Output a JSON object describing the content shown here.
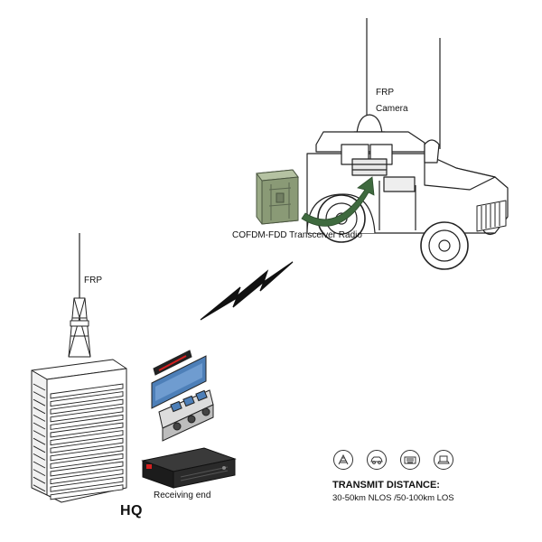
{
  "labels": {
    "frp_vehicle": "FRP",
    "camera": "Camera",
    "radio": "COFDM-FDD Transceiver Radio",
    "frp_tower": "FRP",
    "receiving_end": "Receiving end",
    "hq": "HQ"
  },
  "transmit": {
    "title": "TRANSMIT DISTANCE:",
    "detail": "30-50km NLOS /50-100km LOS"
  },
  "icons": [
    "antenna-icon",
    "car-icon",
    "keyboard-icon",
    "laptop-icon"
  ],
  "colors": {
    "radio_green": "#9aaa86",
    "arrow_green": "#3f6a3f",
    "screen_blue": "#4d7fb8",
    "led_red": "#d42020"
  }
}
